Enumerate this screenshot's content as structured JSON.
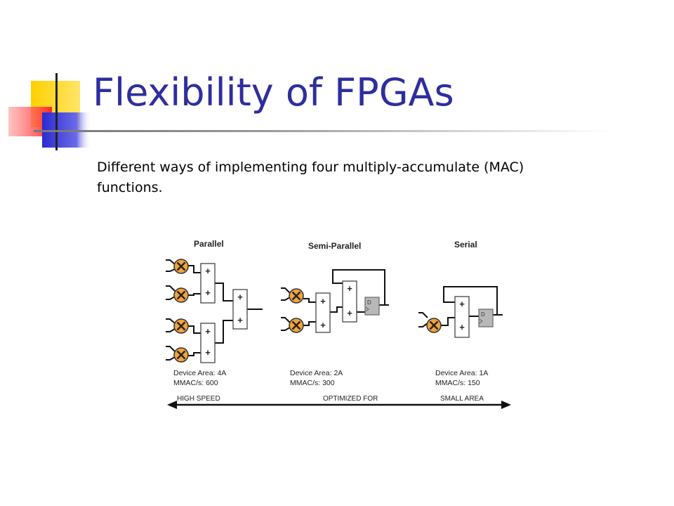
{
  "slide": {
    "title": "Flexibility of FPGAs",
    "subtitle": "Different ways of implementing four multiply-accumulate (MAC) functions."
  },
  "diagram": {
    "panels": [
      {
        "name": "Parallel",
        "area": "Device Area: 4A",
        "rate": "MMAC/s: 600"
      },
      {
        "name": "Semi-Parallel",
        "area": "Device Area: 2A",
        "rate": "MMAC/s: 300"
      },
      {
        "name": "Serial",
        "area": "Device Area: 1A",
        "rate": "MMAC/s: 150"
      }
    ],
    "axis": {
      "left": "HIGH SPEED",
      "center": "OPTIMIZED FOR",
      "right": "SMALL AREA"
    },
    "glyphs": {
      "multiply": "×",
      "add": "+",
      "flipflop": "D"
    },
    "colors": {
      "multiplier_fill": "#f2a33a",
      "register_fill": "#b8b8b8",
      "title_color": "#2e2e9e"
    }
  }
}
